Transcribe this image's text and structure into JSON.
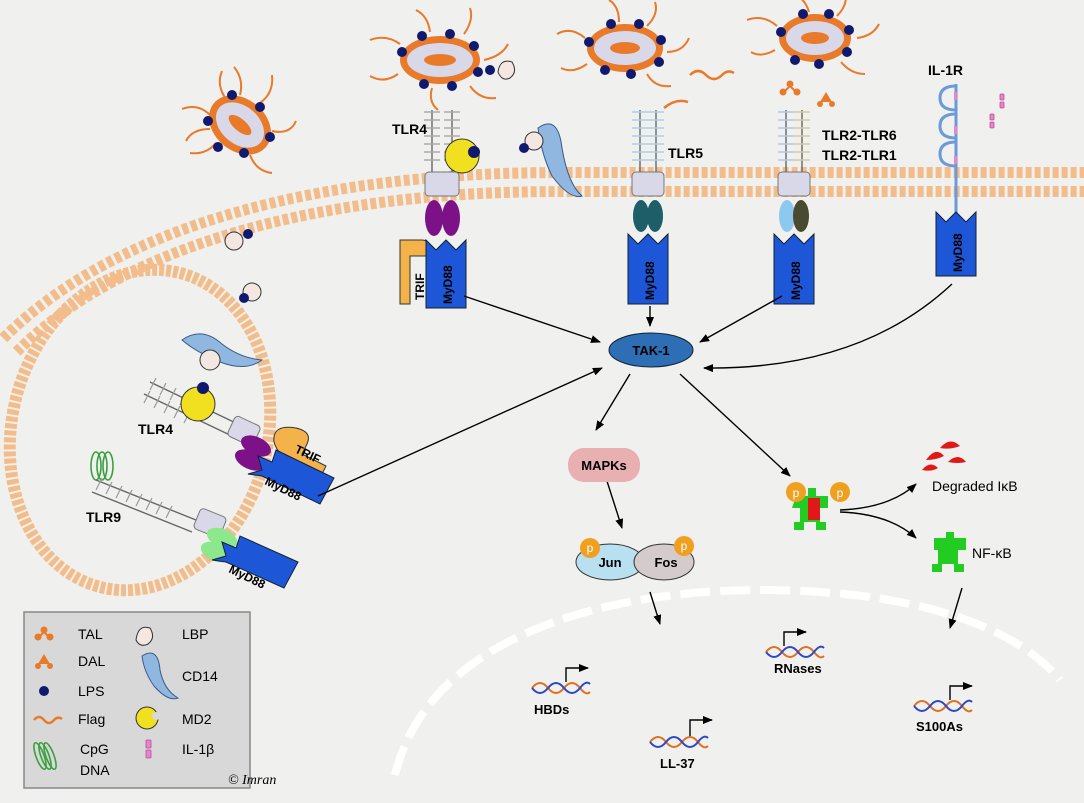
{
  "receptors": {
    "tlr4_surface": "TLR4",
    "tlr5": "TLR5",
    "tlr2_tlr6": "TLR2-TLR6",
    "tlr2_tlr1": "TLR2-TLR1",
    "il1r": "IL-1R",
    "tlr4_endosome": "TLR4",
    "tlr9": "TLR9"
  },
  "adaptors": {
    "myd88": "MyD88",
    "trif": "TRIF"
  },
  "signaling": {
    "tak1": "TAK-1",
    "mapks": "MAPKs",
    "jun": "Jun",
    "fos": "Fos",
    "p": "p",
    "degraded_ikb": "Degraded IκB",
    "nfkb": "NF-κB"
  },
  "genes": {
    "hbds": "HBDs",
    "ll37": "LL-37",
    "rnases": "RNases",
    "s100as": "S100As"
  },
  "legend": {
    "items": [
      {
        "label": "TAL",
        "icon": "tal-icon"
      },
      {
        "label": "DAL",
        "icon": "dal-icon"
      },
      {
        "label": "LPS",
        "icon": "lps-icon"
      },
      {
        "label": "Flag",
        "icon": "flagellin-icon"
      },
      {
        "label": "CpG",
        "label2": "DNA",
        "icon": "cpg-dna-icon"
      },
      {
        "label": "LBP",
        "icon": "lbp-icon"
      },
      {
        "label": "CD14",
        "icon": "cd14-icon"
      },
      {
        "label": "MD2",
        "icon": "md2-icon"
      },
      {
        "label": "IL-1β",
        "icon": "il1b-icon"
      }
    ]
  },
  "credit": "© Imran",
  "colors": {
    "membrane": "#f2bd8a",
    "receptor_blue": "#1d57d8",
    "tak1": "#2e6eb4",
    "mapks": "#e8b0b0",
    "jun_fos": "#b8e0f0",
    "p": "#f0a020",
    "nfkb_green": "#22cc22",
    "background": "#f0f0ee",
    "legend_bg": "#d8d8d8"
  }
}
